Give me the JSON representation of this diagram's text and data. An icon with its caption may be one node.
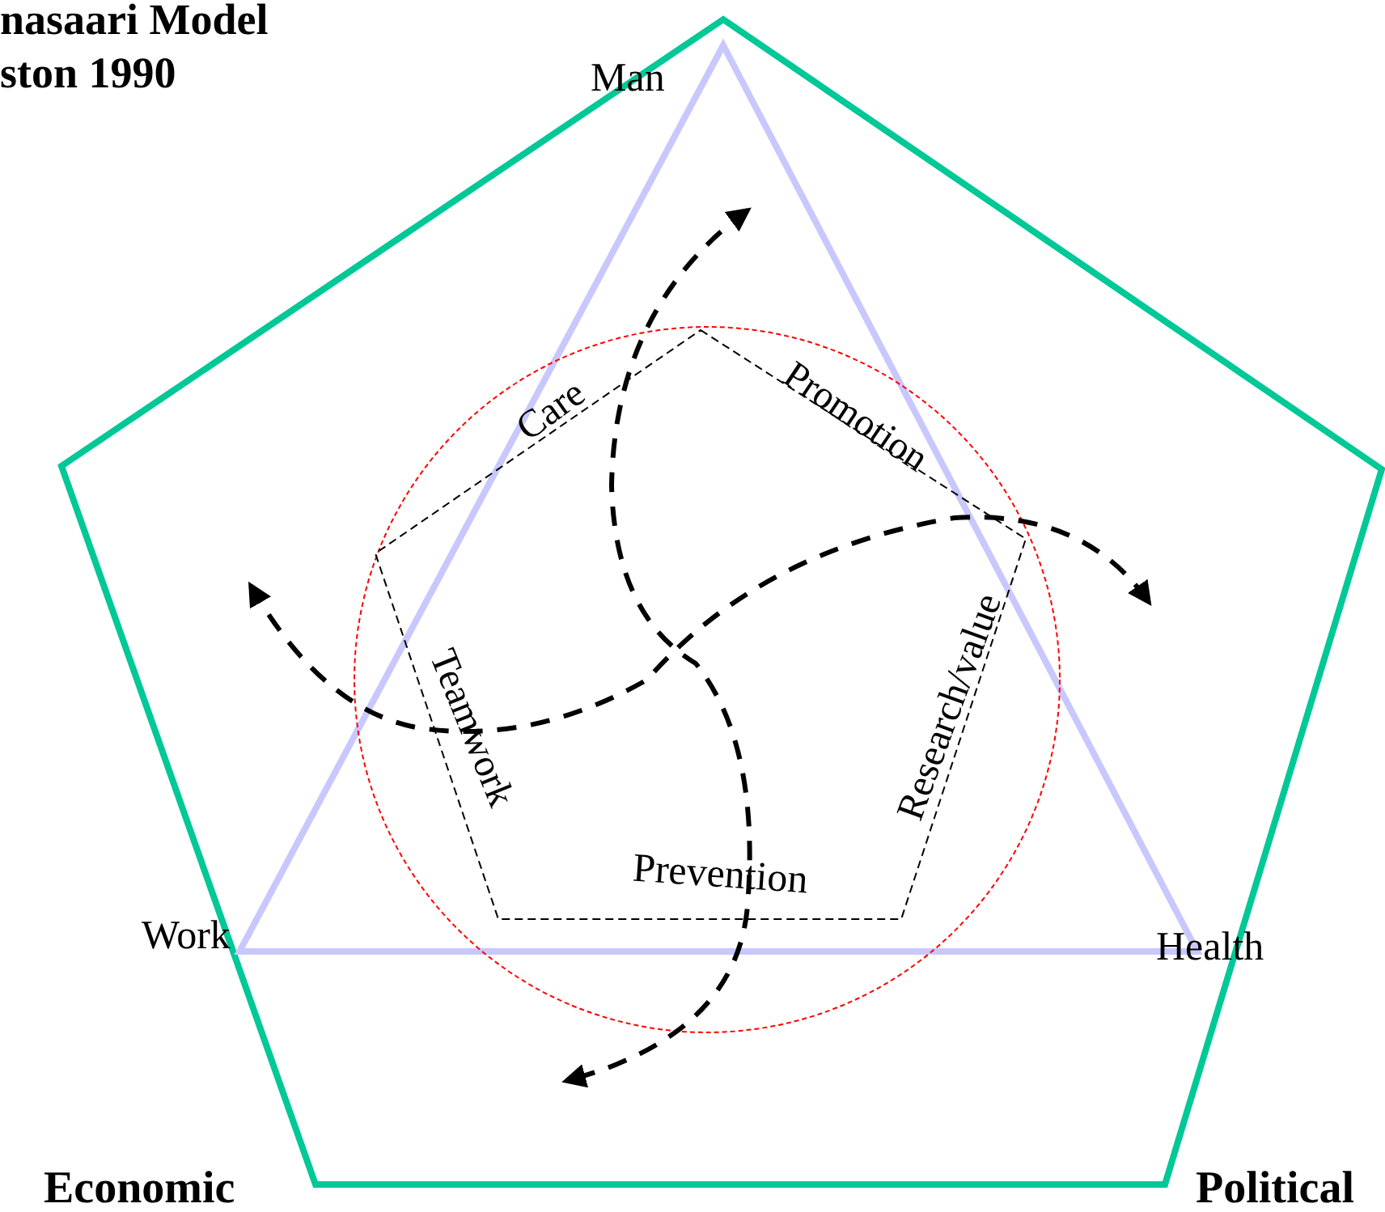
{
  "diagram": {
    "title": "nasaari Model ston 1990",
    "labels": [
      "Man",
      "Care",
      "Promotion",
      "Teamwork",
      "Research/value",
      "Prevention",
      "Work",
      "Health",
      "Economic",
      "Political"
    ]
  }
}
